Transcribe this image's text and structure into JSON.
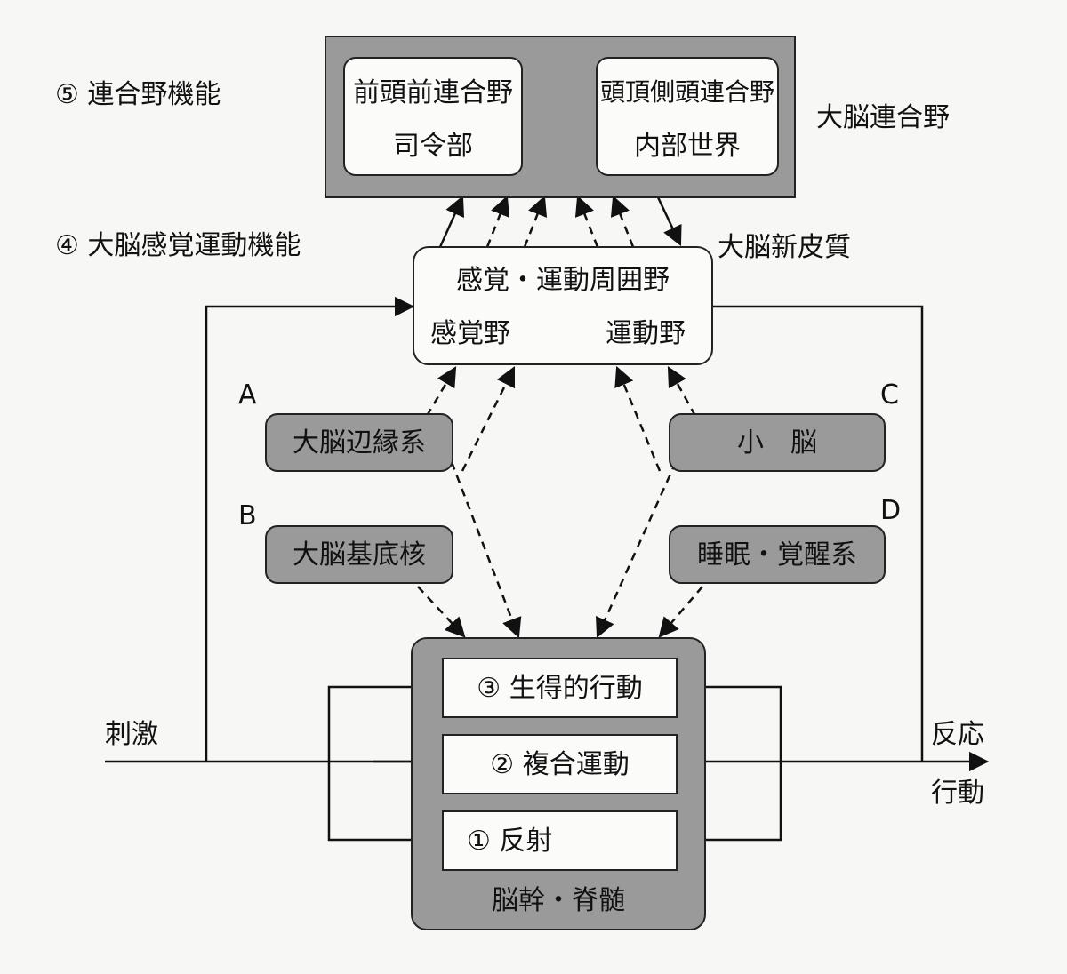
{
  "levels": {
    "level5": "⑤ 連合野機能",
    "level4": "④ 大脳感覚運動機能"
  },
  "association": {
    "region_label": "大脳連合野",
    "prefrontal": {
      "line1": "前頭前連合野",
      "line2": "司令部"
    },
    "parietotemporal": {
      "line1": "頭頂側頭連合野",
      "line2": "内部世界"
    }
  },
  "neocortex": {
    "region_label": "大脳新皮質",
    "title": "感覚・運動周囲野",
    "sensory": "感覚野",
    "motor": "運動野"
  },
  "side_systems": {
    "A": {
      "letter": "A",
      "label": "大脳辺縁系"
    },
    "B": {
      "letter": "B",
      "label": "大脳基底核"
    },
    "C": {
      "letter": "C",
      "label": "小　脳"
    },
    "D": {
      "letter": "D",
      "label": "睡眠・覚醒系"
    }
  },
  "brainstem": {
    "label": "脳幹・脊髄",
    "level3": "③ 生得的行動",
    "level2": "② 複合運動",
    "level1": "① 反射"
  },
  "io": {
    "stimulus": "刺激",
    "response": "反応",
    "behavior": "行動"
  },
  "colors": {
    "gray_fill": "#9a9a9a",
    "white_fill": "#fbfbfa",
    "line": "#111111",
    "background": "#f7f7f5"
  }
}
